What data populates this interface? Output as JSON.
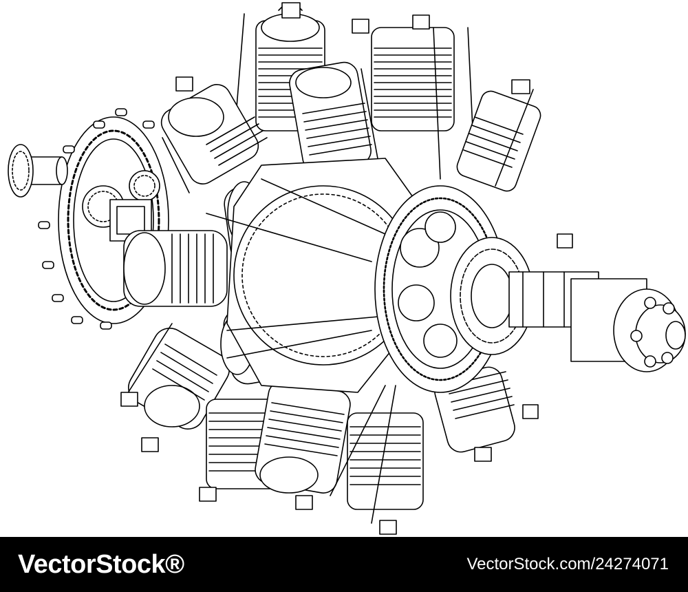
{
  "illustration": {
    "subject": "radial-engine",
    "style": "black-and-white line art",
    "stroke_color": "#000000",
    "fill_color": "#ffffff"
  },
  "footer": {
    "brand_logo": "VectorStock®",
    "credit": "VectorStock.com/24274071",
    "background_color": "#000000",
    "text_color": "#ffffff"
  }
}
